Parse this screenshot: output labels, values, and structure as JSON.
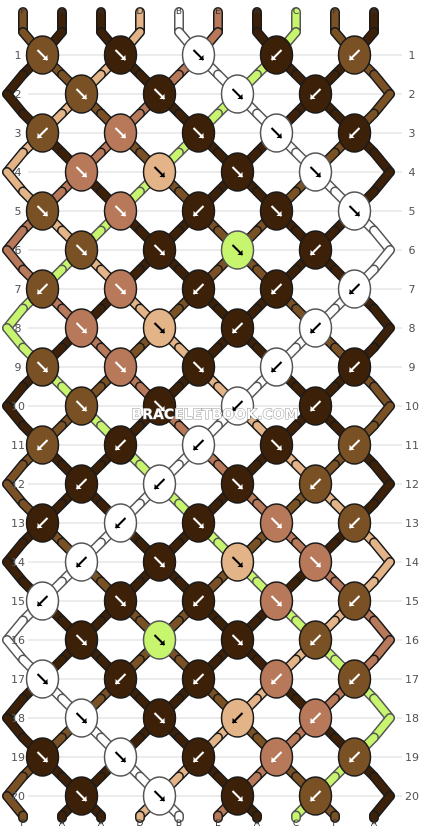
{
  "watermark": "BRACELETBOOK.COM",
  "colors": {
    "A": "#3d2008",
    "B": "#ffffff",
    "C": "#c7f56e",
    "D": "#e3b487",
    "E": "#b8795a",
    "F": "#7a5125"
  },
  "icons": {
    "forward": "arrow-down-right-icon",
    "backward": "arrow-down-left-icon"
  },
  "strings_top": [
    "F",
    "A",
    "A",
    "D",
    "B",
    "E",
    "A",
    "C",
    "F",
    "A"
  ],
  "strings_bottom": [
    "F",
    "A",
    "A",
    "D",
    "B",
    "E",
    "A",
    "C",
    "F",
    "A"
  ],
  "row_labels": [
    "1",
    "2",
    "3",
    "4",
    "5",
    "6",
    "7",
    "8",
    "9",
    "10",
    "11",
    "12",
    "13",
    "14",
    "15",
    "16",
    "17",
    "18",
    "19",
    "20"
  ],
  "knots": [
    [
      {
        "c": "F",
        "d": "r"
      },
      {
        "c": "A",
        "d": "r"
      },
      {
        "c": "B",
        "d": "r"
      },
      {
        "c": "A",
        "d": "l"
      },
      {
        "c": "F",
        "d": "l"
      }
    ],
    [
      {
        "c": "F",
        "d": "r"
      },
      {
        "c": "A",
        "d": "r"
      },
      {
        "c": "B",
        "d": "r"
      },
      {
        "c": "A",
        "d": "l"
      }
    ],
    [
      {
        "c": "F",
        "d": "l"
      },
      {
        "c": "E",
        "d": "r"
      },
      {
        "c": "A",
        "d": "r"
      },
      {
        "c": "B",
        "d": "r"
      },
      {
        "c": "A",
        "d": "l"
      }
    ],
    [
      {
        "c": "E",
        "d": "r"
      },
      {
        "c": "D",
        "d": "r"
      },
      {
        "c": "A",
        "d": "r"
      },
      {
        "c": "B",
        "d": "r"
      }
    ],
    [
      {
        "c": "F",
        "d": "r"
      },
      {
        "c": "E",
        "d": "r"
      },
      {
        "c": "A",
        "d": "l"
      },
      {
        "c": "A",
        "d": "r"
      },
      {
        "c": "B",
        "d": "r"
      }
    ],
    [
      {
        "c": "F",
        "d": "r"
      },
      {
        "c": "A",
        "d": "r"
      },
      {
        "c": "C",
        "d": "r"
      },
      {
        "c": "A",
        "d": "l"
      }
    ],
    [
      {
        "c": "F",
        "d": "l"
      },
      {
        "c": "E",
        "d": "r"
      },
      {
        "c": "A",
        "d": "l"
      },
      {
        "c": "A",
        "d": "l"
      },
      {
        "c": "B",
        "d": "l"
      }
    ],
    [
      {
        "c": "E",
        "d": "r"
      },
      {
        "c": "D",
        "d": "r"
      },
      {
        "c": "A",
        "d": "l"
      },
      {
        "c": "B",
        "d": "l"
      }
    ],
    [
      {
        "c": "F",
        "d": "r"
      },
      {
        "c": "E",
        "d": "r"
      },
      {
        "c": "A",
        "d": "r"
      },
      {
        "c": "B",
        "d": "l"
      },
      {
        "c": "A",
        "d": "l"
      }
    ],
    [
      {
        "c": "F",
        "d": "r"
      },
      {
        "c": "A",
        "d": "r"
      },
      {
        "c": "B",
        "d": "l"
      },
      {
        "c": "A",
        "d": "l"
      }
    ],
    [
      {
        "c": "F",
        "d": "l"
      },
      {
        "c": "A",
        "d": "l"
      },
      {
        "c": "B",
        "d": "l"
      },
      {
        "c": "A",
        "d": "r"
      },
      {
        "c": "F",
        "d": "l"
      }
    ],
    [
      {
        "c": "A",
        "d": "l"
      },
      {
        "c": "B",
        "d": "l"
      },
      {
        "c": "A",
        "d": "r"
      },
      {
        "c": "F",
        "d": "l"
      }
    ],
    [
      {
        "c": "A",
        "d": "l"
      },
      {
        "c": "B",
        "d": "l"
      },
      {
        "c": "A",
        "d": "r"
      },
      {
        "c": "E",
        "d": "r"
      },
      {
        "c": "F",
        "d": "l"
      }
    ],
    [
      {
        "c": "B",
        "d": "l"
      },
      {
        "c": "A",
        "d": "r"
      },
      {
        "c": "D",
        "d": "r"
      },
      {
        "c": "E",
        "d": "r"
      }
    ],
    [
      {
        "c": "B",
        "d": "l"
      },
      {
        "c": "A",
        "d": "r"
      },
      {
        "c": "A",
        "d": "l"
      },
      {
        "c": "E",
        "d": "r"
      },
      {
        "c": "F",
        "d": "l"
      }
    ],
    [
      {
        "c": "A",
        "d": "r"
      },
      {
        "c": "C",
        "d": "r"
      },
      {
        "c": "A",
        "d": "r"
      },
      {
        "c": "F",
        "d": "l"
      }
    ],
    [
      {
        "c": "B",
        "d": "r"
      },
      {
        "c": "A",
        "d": "l"
      },
      {
        "c": "A",
        "d": "l"
      },
      {
        "c": "E",
        "d": "l"
      },
      {
        "c": "F",
        "d": "l"
      }
    ],
    [
      {
        "c": "B",
        "d": "r"
      },
      {
        "c": "A",
        "d": "r"
      },
      {
        "c": "D",
        "d": "l"
      },
      {
        "c": "E",
        "d": "l"
      }
    ],
    [
      {
        "c": "A",
        "d": "r"
      },
      {
        "c": "B",
        "d": "r"
      },
      {
        "c": "A",
        "d": "l"
      },
      {
        "c": "E",
        "d": "l"
      },
      {
        "c": "F",
        "d": "l"
      }
    ],
    [
      {
        "c": "A",
        "d": "r"
      },
      {
        "c": "B",
        "d": "r"
      },
      {
        "c": "A",
        "d": "r"
      },
      {
        "c": "F",
        "d": "l"
      }
    ]
  ]
}
